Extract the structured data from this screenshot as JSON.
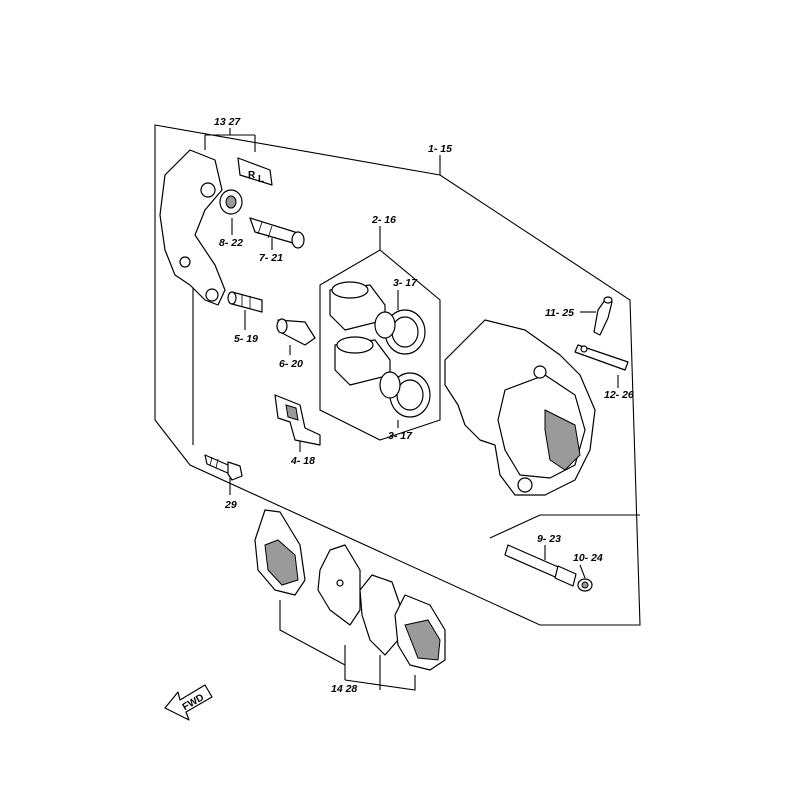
{
  "labels": {
    "assembly": "1- 15",
    "bracket_set": "13 27",
    "boot_8": "8- 22",
    "pin_7": "7- 21",
    "pin_5": "5- 19",
    "boot_6": "6- 20",
    "piston_set": "2- 16",
    "seal_top": "3- 17",
    "seal_bottom": "3- 17",
    "spring_4": "4- 18",
    "bolt_29": "29",
    "bleeder_11": "11- 25",
    "plate_12": "12- 26",
    "pin_9": "9- 23",
    "plug_10": "10- 24",
    "pads": "14 28",
    "fwd": "FWD"
  }
}
